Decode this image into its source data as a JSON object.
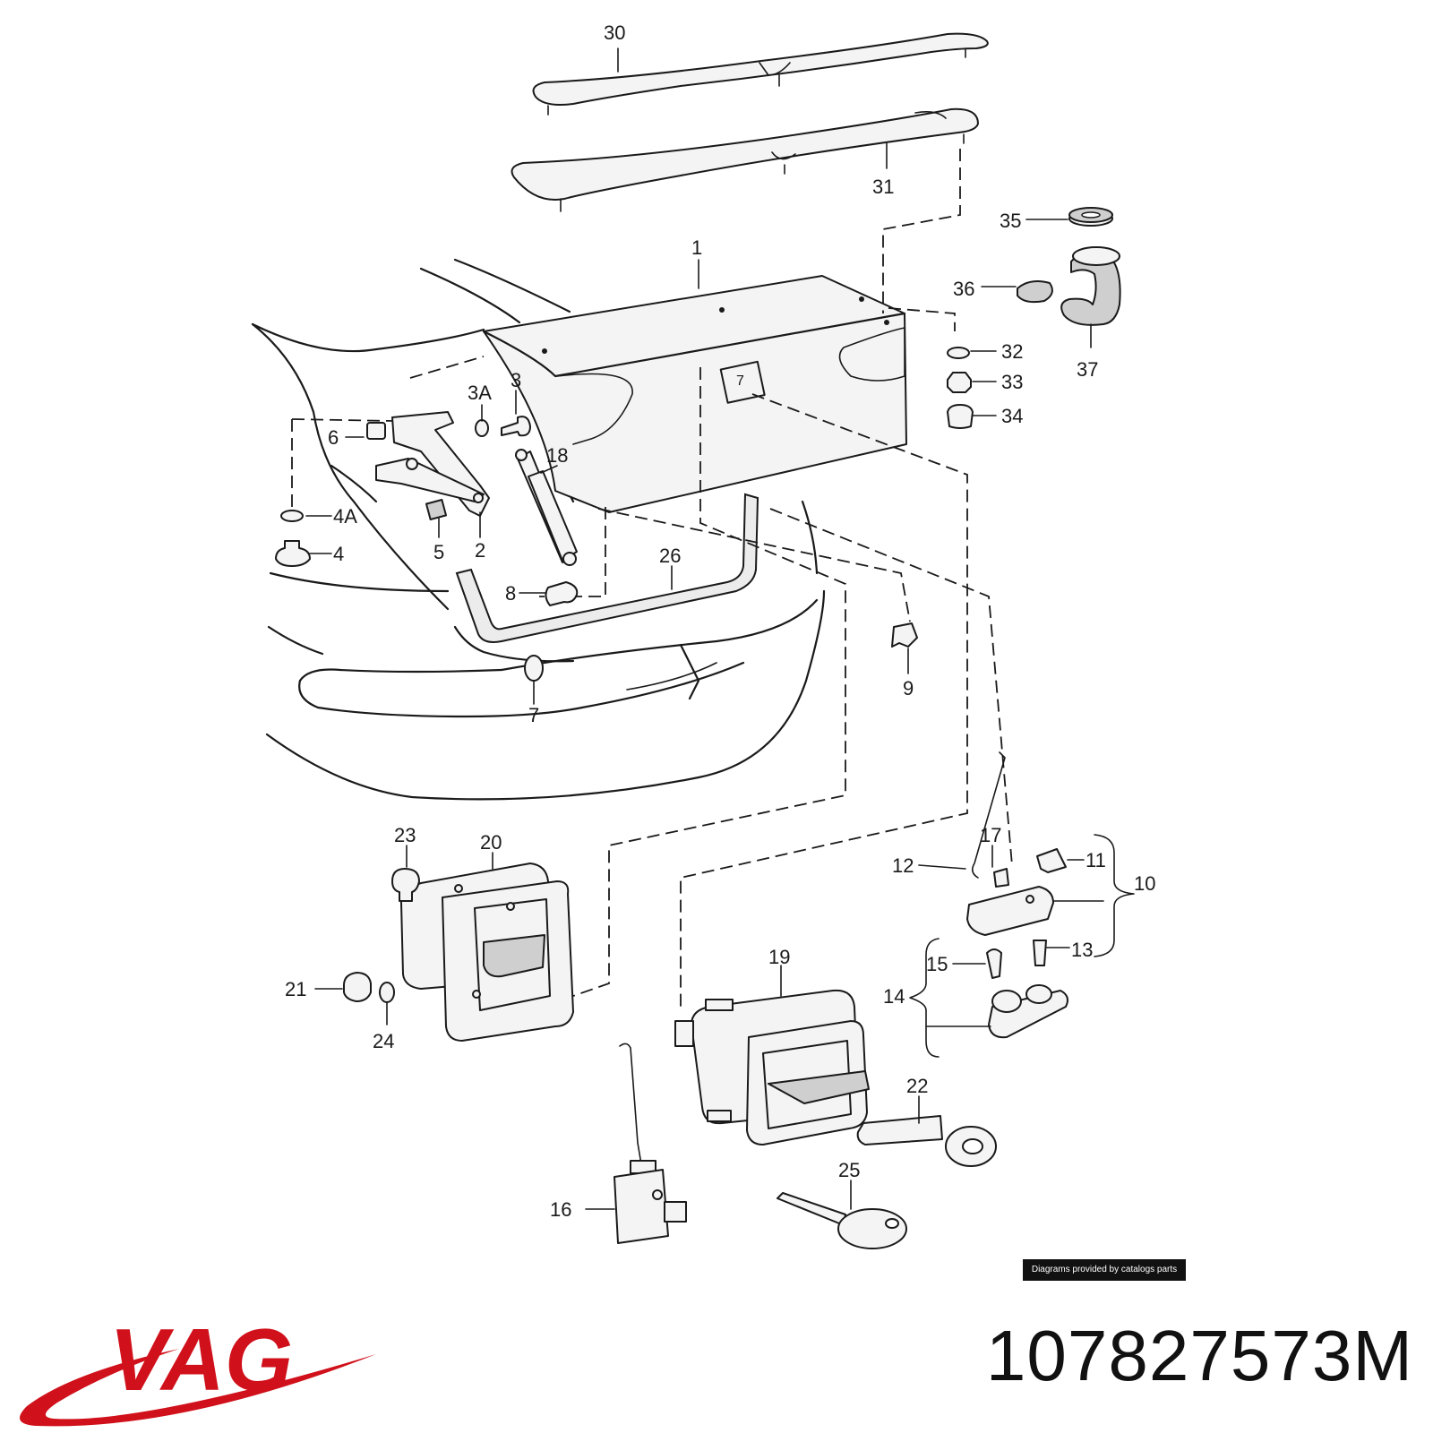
{
  "diagram": {
    "callouts": [
      {
        "id": "c30",
        "label": "30"
      },
      {
        "id": "c31",
        "label": "31"
      },
      {
        "id": "c1",
        "label": "1"
      },
      {
        "id": "c35",
        "label": "35"
      },
      {
        "id": "c36",
        "label": "36"
      },
      {
        "id": "c37",
        "label": "37"
      },
      {
        "id": "c32",
        "label": "32"
      },
      {
        "id": "c33",
        "label": "33"
      },
      {
        "id": "c34",
        "label": "34"
      },
      {
        "id": "c3A",
        "label": "3A"
      },
      {
        "id": "c3",
        "label": "3"
      },
      {
        "id": "c6",
        "label": "6"
      },
      {
        "id": "c18",
        "label": "18"
      },
      {
        "id": "c4A",
        "label": "4A"
      },
      {
        "id": "c4",
        "label": "4"
      },
      {
        "id": "c5",
        "label": "5"
      },
      {
        "id": "c2",
        "label": "2"
      },
      {
        "id": "c26",
        "label": "26"
      },
      {
        "id": "c8",
        "label": "8"
      },
      {
        "id": "c9",
        "label": "9"
      },
      {
        "id": "c7",
        "label": "7"
      },
      {
        "id": "c23",
        "label": "23"
      },
      {
        "id": "c20",
        "label": "20"
      },
      {
        "id": "c17",
        "label": "17"
      },
      {
        "id": "c12",
        "label": "12"
      },
      {
        "id": "c11",
        "label": "11"
      },
      {
        "id": "c10",
        "label": "10"
      },
      {
        "id": "c13",
        "label": "13"
      },
      {
        "id": "c15",
        "label": "15"
      },
      {
        "id": "c14",
        "label": "14"
      },
      {
        "id": "c21",
        "label": "21"
      },
      {
        "id": "c24",
        "label": "24"
      },
      {
        "id": "c19",
        "label": "19"
      },
      {
        "id": "c22",
        "label": "22"
      },
      {
        "id": "c25",
        "label": "25"
      },
      {
        "id": "c16",
        "label": "16"
      }
    ],
    "inline_tag": "7"
  },
  "credit": "Diagrams provided by catalogs parts",
  "brand": {
    "logo_text": "VAG",
    "logo_color": "#d0101a"
  },
  "part_number": "107827573M"
}
